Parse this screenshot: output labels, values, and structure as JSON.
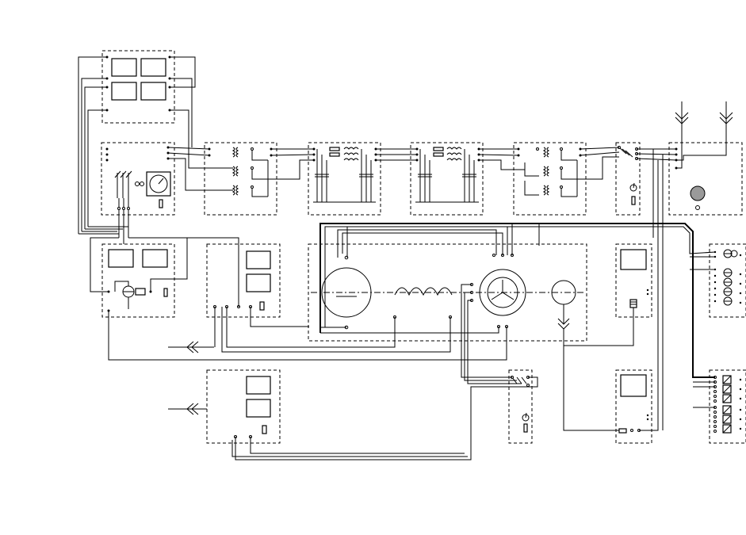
{
  "diagram": {
    "type": "electrical-schematic",
    "text_labels": [],
    "modules": [
      {
        "id": "top-panel"
      },
      {
        "id": "meter-switch-panel"
      },
      {
        "id": "transformer-1"
      },
      {
        "id": "filter-1"
      },
      {
        "id": "filter-2"
      },
      {
        "id": "transformer-2"
      },
      {
        "id": "disconnect-switch"
      },
      {
        "id": "antenna-unit"
      },
      {
        "id": "exciter-panel"
      },
      {
        "id": "control-panel-1"
      },
      {
        "id": "motor-generator-set"
      },
      {
        "id": "side-panel-1"
      },
      {
        "id": "fuse-block"
      },
      {
        "id": "control-panel-2"
      },
      {
        "id": "lamp-switch"
      },
      {
        "id": "side-panel-2"
      },
      {
        "id": "relay-block"
      }
    ],
    "arrow_symbols": [
      "antenna-arrow-1",
      "antenna-arrow-2",
      "ground-arrow-1",
      "ground-arrow-2",
      "ground-arrow-3"
    ]
  }
}
